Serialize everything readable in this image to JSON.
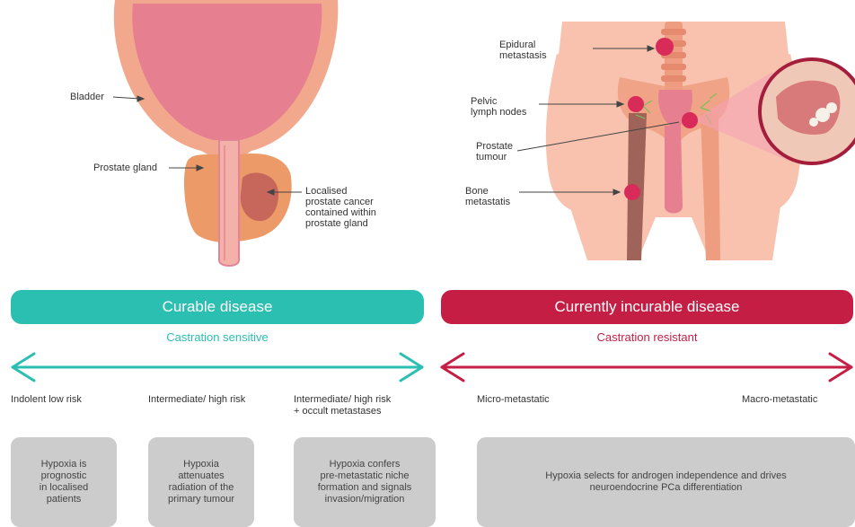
{
  "colors": {
    "teal": "#2bbfb1",
    "crimson": "#c41e45",
    "box_gray": "#cccccc"
  },
  "left_figure": {
    "bladder": "Bladder",
    "prostate_gland": "Prostate gland",
    "localised": [
      "Localised",
      "prostate cancer",
      "contained within",
      "prostate gland"
    ]
  },
  "right_figure": {
    "epidural": [
      "Epidural",
      "metastasis"
    ],
    "pelvic": [
      "Pelvic",
      "lymph nodes"
    ],
    "prostate_tumour": [
      "Prostate",
      "tumour"
    ],
    "bone": [
      "Bone",
      "metastatis"
    ]
  },
  "curable": {
    "label": "Curable disease",
    "sub": "Castration sensitive"
  },
  "incurable": {
    "label": "Currently incurable disease",
    "sub": "Castration resistant"
  },
  "stages": [
    "Indolent low risk",
    "Intermediate/ high risk",
    "Intermediate/ high risk",
    "+ occult metastases",
    "Micro-metastatic",
    "Macro-metastatic"
  ],
  "boxes": [
    [
      "Hypoxia is",
      "prognostic",
      "in localised",
      "patients"
    ],
    [
      "Hypoxia",
      "attenuates",
      "radiation of the",
      "primary tumour"
    ],
    [
      "Hypoxia confers",
      "pre-metastatic niche",
      "formation and signals",
      "invasion/migration"
    ],
    [
      "Hypoxia selects for androgen independence and drives",
      "neuroendocrine PCa differentiation"
    ]
  ]
}
